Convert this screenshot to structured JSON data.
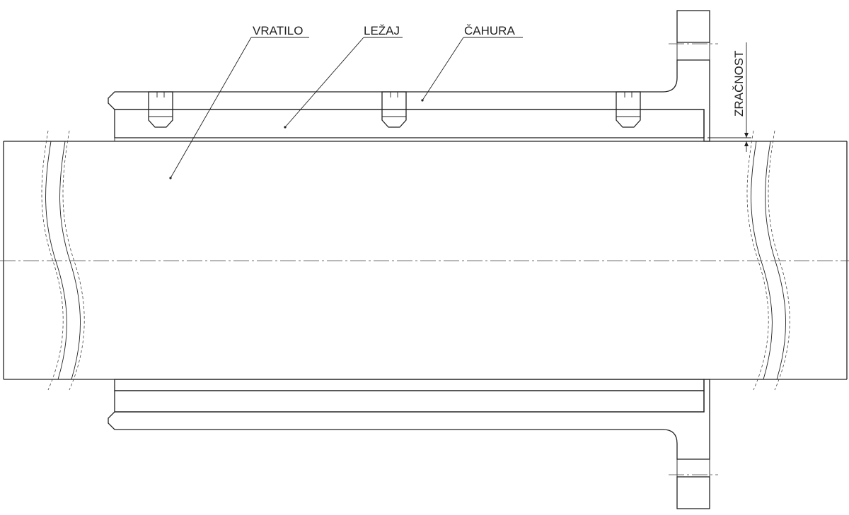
{
  "labels": {
    "shaft": "VRATILO",
    "bearing": "LEŽAJ",
    "sleeve": "ČAHURA",
    "clearance": "ZRAČNOST"
  },
  "colors": {
    "line": "#222222",
    "background": "#ffffff"
  }
}
